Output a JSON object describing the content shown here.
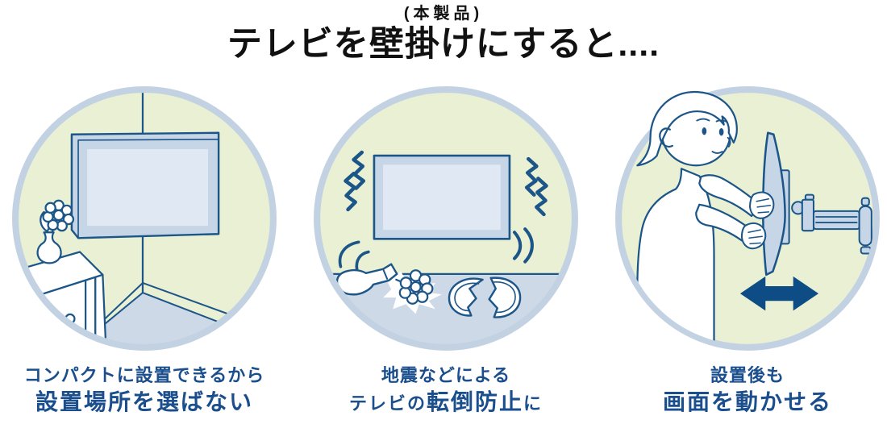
{
  "header": {
    "subtitle": "(本製品)",
    "title": "テレビを壁掛けにすると...."
  },
  "panels": [
    {
      "name": "compact-installation",
      "illustration": "wall-mounted-tv-in-room-corner-with-cabinet-and-flower-vase",
      "caption_line1": "コンパクトに設置できるから",
      "caption_line2_pre": "",
      "caption_line2_bold": "設置場所を選ばない",
      "caption_line2_post": ""
    },
    {
      "name": "fall-prevention",
      "illustration": "tv-shaking-in-earthquake-fallen-vase-flower-broken-plate",
      "caption_line1": "地震などによる",
      "caption_line2_pre": "テレビの",
      "caption_line2_bold": "転倒防止",
      "caption_line2_post": "に"
    },
    {
      "name": "movable-screen",
      "illustration": "person-swiveling-wall-mounted-tv-on-articulated-arm",
      "caption_line1": "設置後も",
      "caption_line2_pre": "",
      "caption_line2_bold": "画面を動かせる",
      "caption_line2_post": ""
    }
  ],
  "colors": {
    "title_text": "#111111",
    "caption_text": "#1a4e8c",
    "outline_blue": "#1c5588",
    "circle_ring": "#c3d2e3",
    "wall_green": "#e9f0d4",
    "floor_blue": "#cdd9e6",
    "tv_frame": "#c6d6e6",
    "tv_screen": "#e0e8f4",
    "arrow_navy": "#0d4c84",
    "white": "#ffffff"
  }
}
